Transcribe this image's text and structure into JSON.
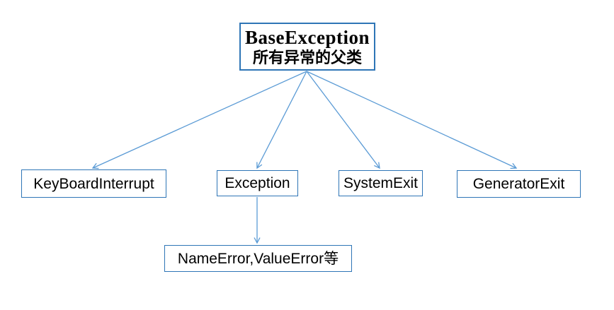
{
  "diagram": {
    "type": "hierarchy",
    "root": {
      "label": "BaseException",
      "sublabel": "所有异常的父类"
    },
    "children": [
      {
        "label": "KeyBoardInterrupt"
      },
      {
        "label": "Exception"
      },
      {
        "label": "SystemExit"
      },
      {
        "label": "GeneratorExit"
      }
    ],
    "leaf": {
      "label": "NameError,ValueError等",
      "parent": "Exception"
    },
    "edges": [
      {
        "from": "BaseException",
        "to": "KeyBoardInterrupt"
      },
      {
        "from": "BaseException",
        "to": "Exception"
      },
      {
        "from": "BaseException",
        "to": "SystemExit"
      },
      {
        "from": "BaseException",
        "to": "GeneratorExit"
      },
      {
        "from": "Exception",
        "to": "NameError,ValueError等"
      }
    ],
    "colors": {
      "box_border": "#2E75B6",
      "arrow": "#5B9BD5",
      "text": "#000000",
      "background": "#FFFFFF"
    }
  }
}
